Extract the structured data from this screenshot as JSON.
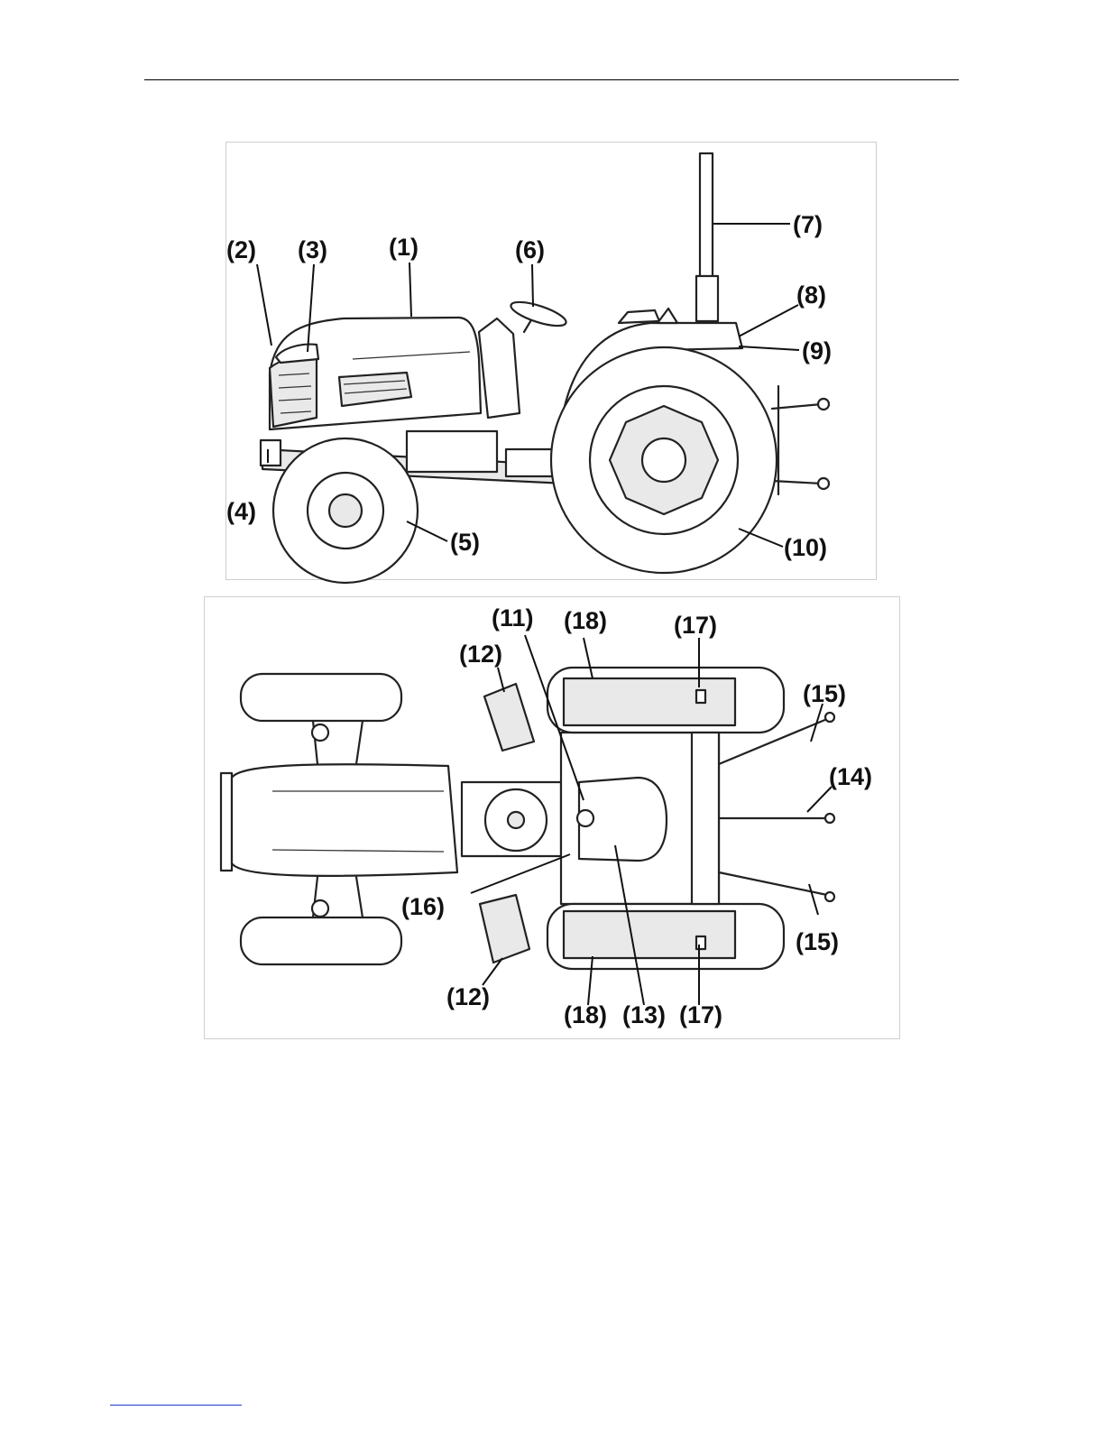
{
  "side_view": {
    "labels": [
      {
        "id": "1",
        "text": "(1)"
      },
      {
        "id": "2",
        "text": "(2)"
      },
      {
        "id": "3",
        "text": "(3)"
      },
      {
        "id": "4",
        "text": "(4)"
      },
      {
        "id": "5",
        "text": "(5)"
      },
      {
        "id": "6",
        "text": "(6)"
      },
      {
        "id": "7",
        "text": "(7)"
      },
      {
        "id": "8",
        "text": "(8)"
      },
      {
        "id": "9",
        "text": "(9)"
      },
      {
        "id": "10",
        "text": "(10)"
      }
    ]
  },
  "top_view": {
    "labels": [
      {
        "id": "11",
        "text": "(11)"
      },
      {
        "id": "18a",
        "text": "(18)"
      },
      {
        "id": "17a",
        "text": "(17)"
      },
      {
        "id": "12a",
        "text": "(12)"
      },
      {
        "id": "15a",
        "text": "(15)"
      },
      {
        "id": "14",
        "text": "(14)"
      },
      {
        "id": "16",
        "text": "(16)"
      },
      {
        "id": "15b",
        "text": "(15)"
      },
      {
        "id": "12b",
        "text": "(12)"
      },
      {
        "id": "18b",
        "text": "(18)"
      },
      {
        "id": "13",
        "text": "(13)"
      },
      {
        "id": "17b",
        "text": "(17)"
      }
    ]
  }
}
